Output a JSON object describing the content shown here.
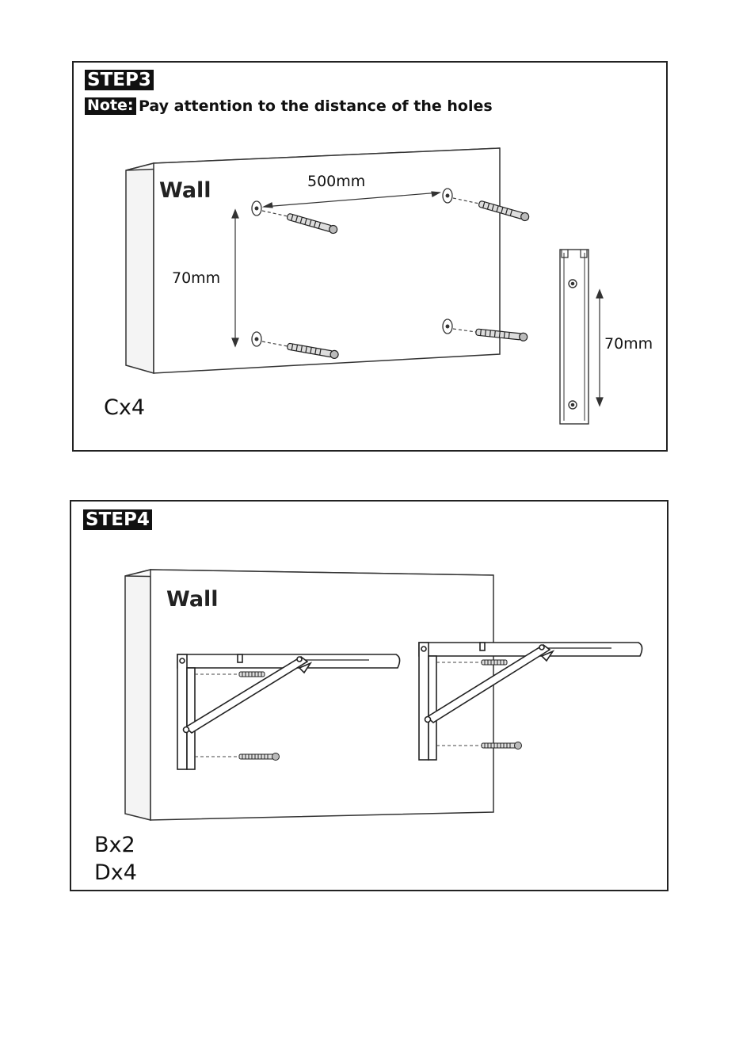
{
  "step3": {
    "title": "STEP3",
    "note_label": "Note:",
    "note_text": "Pay attention to the distance of the holes",
    "wall_label": "Wall",
    "horizontal_dimension": "500mm",
    "vertical_dimension": "70mm",
    "bracket_dimension": "70mm",
    "quantity": "Cx4"
  },
  "step4": {
    "title": "STEP4",
    "wall_label": "Wall",
    "quantities": [
      "Bx2",
      "Dx4"
    ]
  }
}
